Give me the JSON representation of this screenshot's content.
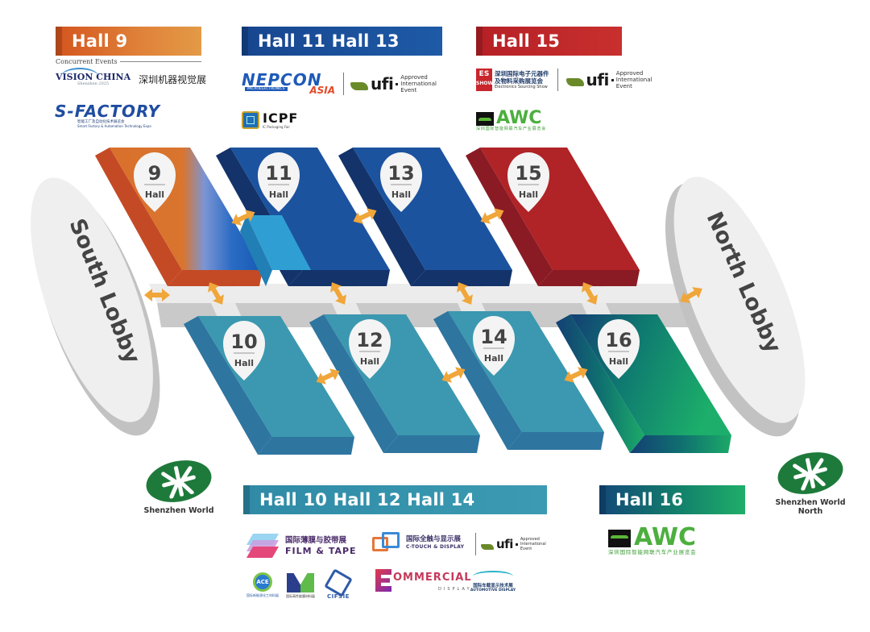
{
  "banners": {
    "hall9": "Hall 9",
    "hall11_13": "Hall 11 Hall 13",
    "hall15": "Hall 15",
    "hall10_12_14": "Hall 10  Hall 12 Hall 14",
    "hall16": "Hall 16"
  },
  "concurrent_events_label": "Concurrent Events",
  "logos": {
    "vision_china": {
      "name": "VISION CHINA",
      "sub": "Shenzhen 2025",
      "cn": "深圳机器视觉展"
    },
    "s_factory": {
      "name": "S-FACTORY",
      "cn": "智能工厂及自动化技术展览会",
      "en": "Smart Factory & Automation Technology Expo"
    },
    "nepcon": {
      "name": "NEPCON",
      "micro": "MICROELECTRONICS",
      "asia": "ASIA"
    },
    "ufi": {
      "word": "ufi",
      "approved": [
        "Approved",
        "International",
        "Event"
      ]
    },
    "icpf": {
      "name": "ICPF",
      "sub": "IC Packaging Fair"
    },
    "es_show": {
      "box": [
        "ES",
        "SHOW"
      ],
      "cn1": "深圳国际电子元器件",
      "cn2": "及物料采购展览会",
      "en": "Electronics Sourcing Show"
    },
    "awc": {
      "name": "AWC",
      "cn": "深圳国际智能网联汽车产业展览会"
    },
    "film_tape": {
      "cn": "国际薄膜与胶带展",
      "en": "FILM & TAPE"
    },
    "c_touch": {
      "cn": "国际全触与显示展",
      "en": "C-TOUCH & DISPLAY"
    },
    "ace": {
      "name": "ACE",
      "sub": "国际新能源化工材料展"
    },
    "functional_materials": {
      "sub": "国际高性能膜材料展"
    },
    "cifsie": {
      "name": "CIFSIE"
    },
    "commercial_display": {
      "name": "OMMERCIAL",
      "sub": "DISPLAY"
    },
    "automotive_display": {
      "cn": "国际车载显示技术展",
      "en": "AUTOMOTIVE DISPLAY"
    }
  },
  "halls": [
    {
      "id": "9",
      "number": "9",
      "label": "Hall",
      "row": "north",
      "color_top": "#d9702c",
      "color_side": "#c44a25"
    },
    {
      "id": "11",
      "number": "11",
      "label": "Hall",
      "row": "north",
      "color_top": "#1c539f",
      "color_side": "#13336a"
    },
    {
      "id": "13",
      "number": "13",
      "label": "Hall",
      "row": "north",
      "color_top": "#1c539f",
      "color_side": "#13336a"
    },
    {
      "id": "15",
      "number": "15",
      "label": "Hall",
      "row": "north",
      "color_top": "#b02327",
      "color_side": "#8a1b24"
    },
    {
      "id": "10",
      "number": "10",
      "label": "Hall",
      "row": "south",
      "color_top": "#3b98b0",
      "color_side": "#2e75a0"
    },
    {
      "id": "12",
      "number": "12",
      "label": "Hall",
      "row": "south",
      "color_top": "#3b98b0",
      "color_side": "#2e75a0"
    },
    {
      "id": "14",
      "number": "14",
      "label": "Hall",
      "row": "south",
      "color_top": "#3b98b0",
      "color_side": "#2e75a0"
    },
    {
      "id": "16",
      "number": "16",
      "label": "Hall",
      "row": "south",
      "color_top": "#107a6f",
      "color_side": "#14487a"
    }
  ],
  "lobbies": {
    "south": "South Lobby",
    "north": "North Lobby"
  },
  "metro_stations": {
    "west": "Shenzhen World",
    "east_line1": "Shenzhen World",
    "east_line2": "North"
  },
  "colors": {
    "arrow": "#f0a63a",
    "corridor_top": "#ececec",
    "corridor_side": "#c4c4c4",
    "metro_green": "#1e7a3a"
  }
}
